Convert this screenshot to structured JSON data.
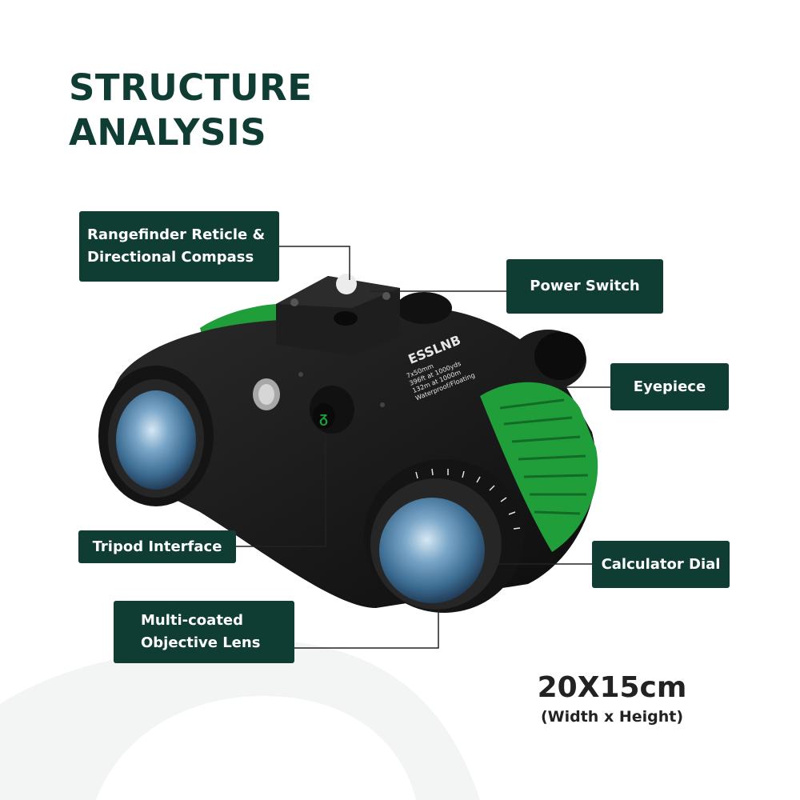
{
  "title": {
    "line1": "STRUCTURE",
    "line2": "ANALYSIS"
  },
  "callouts": {
    "rangefinder": {
      "line1": "Rangefinder Reticle &",
      "line2": "Directional Compass"
    },
    "power_switch": "Power Switch",
    "eyepiece": "Eyepiece",
    "tripod": "Tripod Interface",
    "calculator": "Calculator Dial",
    "objective": {
      "line1": "Multi-coated",
      "line2": "Objective Lens"
    }
  },
  "product": {
    "brand": "ESSLNB",
    "spec_lines": [
      "7x50mm",
      "396ft at 1000yds",
      "132m at 1000m",
      "Waterproof/Floating"
    ]
  },
  "dimensions": {
    "value": "20X15cm",
    "caption": "(Width  x Height)"
  },
  "colors": {
    "label_bg": "#0f3d34",
    "label_text": "#ffffff",
    "armor_green": "#1f9e3a",
    "body_black": "#1a1a1a",
    "lens_blue": "#4f7fa6"
  }
}
